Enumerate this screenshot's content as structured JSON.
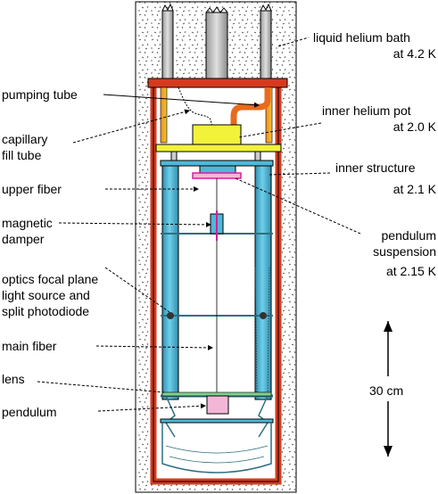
{
  "labels": {
    "liquid_helium_bath": "liquid helium bath",
    "liquid_helium_temp": "at 4.2 K",
    "pumping_tube": "pumping tube",
    "inner_helium_pot": "inner helium pot",
    "inner_helium_pot_temp": "at 2.0 K",
    "capillary_fill_tube_1": "capillary",
    "capillary_fill_tube_2": "fill tube",
    "inner_structure": "inner structure",
    "inner_structure_temp": "at 2.1 K",
    "upper_fiber": "upper fiber",
    "magnetic_damper_1": "magnetic",
    "magnetic_damper_2": "damper",
    "pendulum_suspension_1": "pendulum",
    "pendulum_suspension_2": "suspension",
    "pendulum_suspension_temp": "at 2.15 K",
    "optics_1": "optics focal plane",
    "optics_2": "light source and",
    "optics_3": "split photodiode",
    "main_fiber": "main fiber",
    "lens": "lens",
    "pendulum": "pendulum",
    "scale": "30 cm"
  },
  "colors": {
    "dewar_wall": "#d63a1e",
    "tube_blue": "#4fb8d8",
    "pot_yellow": "#f2f23a",
    "pendulum_pink": "#f4b6d6",
    "magenta": "#d020a0"
  }
}
